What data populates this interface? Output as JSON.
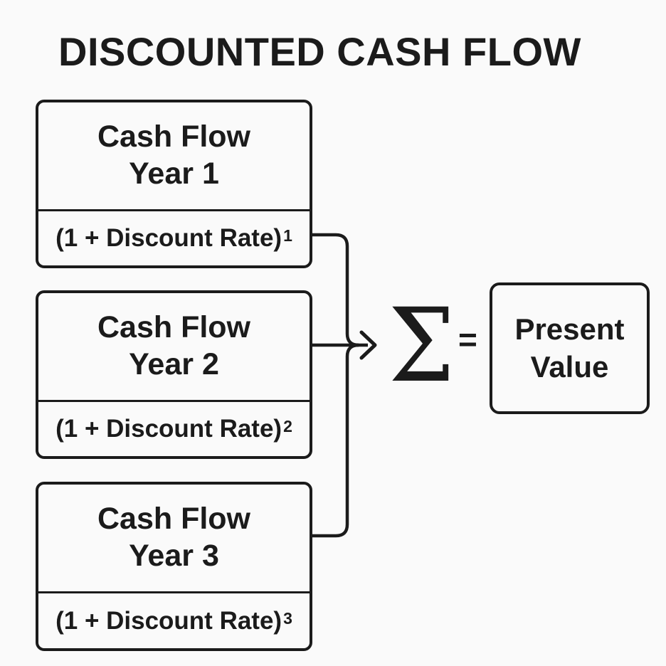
{
  "title": "DISCOUNTED CASH FLOW",
  "boxes": [
    {
      "label_line1": "Cash Flow",
      "label_line2": "Year 1",
      "denominator": "(1 + Discount Rate)",
      "exponent": "1"
    },
    {
      "label_line1": "Cash Flow",
      "label_line2": "Year 2",
      "denominator": "(1 + Discount Rate)",
      "exponent": "2"
    },
    {
      "label_line1": "Cash Flow",
      "label_line2": "Year 3",
      "denominator": "(1 + Discount Rate)",
      "exponent": "3"
    }
  ],
  "operators": {
    "sigma": "Σ",
    "equals": "="
  },
  "result": {
    "line1": "Present",
    "line2": "Value"
  },
  "colors": {
    "background": "#FAFAFA",
    "ink": "#1B1B1B"
  }
}
